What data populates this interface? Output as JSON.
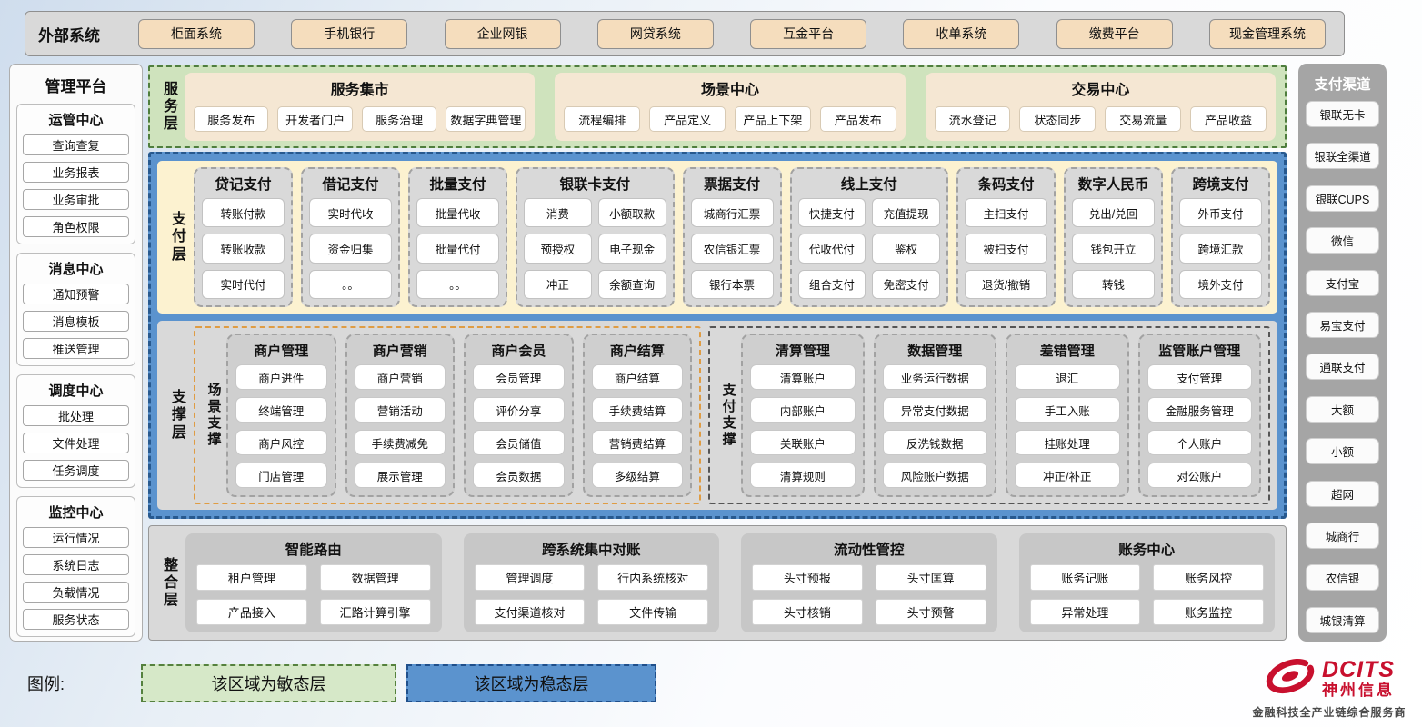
{
  "external": {
    "label": "外部系统",
    "items": [
      "柜面系统",
      "手机银行",
      "企业网银",
      "网贷系统",
      "互金平台",
      "收单系统",
      "缴费平台",
      "现金管理系统"
    ]
  },
  "management": {
    "title": "管理平台",
    "sections": [
      {
        "title": "运管中心",
        "items": [
          "查询查复",
          "业务报表",
          "业务审批",
          "角色权限"
        ]
      },
      {
        "title": "消息中心",
        "items": [
          "通知预警",
          "消息模板",
          "推送管理"
        ]
      },
      {
        "title": "调度中心",
        "items": [
          "批处理",
          "文件处理",
          "任务调度"
        ]
      },
      {
        "title": "监控中心",
        "items": [
          "运行情况",
          "系统日志",
          "负载情况",
          "服务状态"
        ]
      }
    ]
  },
  "service": {
    "label": "服务层",
    "groups": [
      {
        "title": "服务集市",
        "items": [
          "服务发布",
          "开发者门户",
          "服务治理",
          "数据字典管理"
        ]
      },
      {
        "title": "场景中心",
        "items": [
          "流程编排",
          "产品定义",
          "产品上下架",
          "产品发布"
        ]
      },
      {
        "title": "交易中心",
        "items": [
          "流水登记",
          "状态同步",
          "交易流量",
          "产品收益"
        ]
      }
    ]
  },
  "payment": {
    "label": "支付层",
    "groups": [
      {
        "title": "贷记支付",
        "items": [
          "转账付款",
          "转账收款",
          "实时代付"
        ]
      },
      {
        "title": "借记支付",
        "items": [
          "实时代收",
          "资金归集",
          "。。"
        ]
      },
      {
        "title": "批量支付",
        "items": [
          "批量代收",
          "批量代付",
          "。。"
        ]
      },
      {
        "title": "银联卡支付",
        "items": [
          "消费",
          "小额取款",
          "预授权",
          "电子现金",
          "冲正",
          "余额查询"
        ]
      },
      {
        "title": "票据支付",
        "items": [
          "城商行汇票",
          "农信银汇票",
          "银行本票"
        ]
      },
      {
        "title": "线上支付",
        "items": [
          "快捷支付",
          "充值提现",
          "代收代付",
          "鉴权",
          "组合支付",
          "免密支付"
        ]
      },
      {
        "title": "条码支付",
        "items": [
          "主扫支付",
          "被扫支付",
          "退货/撤销"
        ]
      },
      {
        "title": "数字人民币",
        "items": [
          "兑出/兑回",
          "钱包开立",
          "转钱"
        ]
      },
      {
        "title": "跨境支付",
        "items": [
          "外币支付",
          "跨境汇款",
          "境外支付"
        ]
      }
    ]
  },
  "support": {
    "label": "支撑层",
    "scene": {
      "label": "场景支撑",
      "groups": [
        {
          "title": "商户管理",
          "items": [
            "商户进件",
            "终端管理",
            "商户风控",
            "门店管理"
          ]
        },
        {
          "title": "商户营销",
          "items": [
            "商户营销",
            "营销活动",
            "手续费减免",
            "展示管理"
          ]
        },
        {
          "title": "商户会员",
          "items": [
            "会员管理",
            "评价分享",
            "会员储值",
            "会员数据"
          ]
        },
        {
          "title": "商户结算",
          "items": [
            "商户结算",
            "手续费结算",
            "营销费结算",
            "多级结算"
          ]
        }
      ]
    },
    "pay": {
      "label": "支付支撑",
      "groups": [
        {
          "title": "清算管理",
          "items": [
            "清算账户",
            "内部账户",
            "关联账户",
            "清算规则"
          ]
        },
        {
          "title": "数据管理",
          "items": [
            "业务运行数据",
            "异常支付数据",
            "反洗钱数据",
            "风险账户数据"
          ]
        },
        {
          "title": "差错管理",
          "items": [
            "退汇",
            "手工入账",
            "挂账处理",
            "冲正/补正"
          ]
        },
        {
          "title": "监管账户管理",
          "items": [
            "支付管理",
            "金融服务管理",
            "个人账户",
            "对公账户"
          ]
        }
      ]
    }
  },
  "integration": {
    "label": "整合层",
    "groups": [
      {
        "title": "智能路由",
        "items": [
          "租户管理",
          "数据管理",
          "产品接入",
          "汇路计算引擎"
        ]
      },
      {
        "title": "跨系统集中对账",
        "items": [
          "管理调度",
          "行内系统核对",
          "支付渠道核对",
          "文件传输"
        ]
      },
      {
        "title": "流动性管控",
        "items": [
          "头寸预报",
          "头寸匡算",
          "头寸核销",
          "头寸预警"
        ]
      },
      {
        "title": "账务中心",
        "items": [
          "账务记账",
          "账务风控",
          "异常处理",
          "账务监控"
        ]
      }
    ]
  },
  "channels": {
    "title": "支付渠道",
    "items": [
      "银联无卡",
      "银联全渠道",
      "银联CUPS",
      "微信",
      "支付宝",
      "易宝支付",
      "通联支付",
      "大额",
      "小额",
      "超网",
      "城商行",
      "农信银",
      "城银清算"
    ]
  },
  "legend": {
    "label": "图例:",
    "agile": "该区域为敏态层",
    "stable": "该区域为稳态层"
  },
  "logo": {
    "name": "DCITS",
    "cn": "神州信息",
    "tagline": "金融科技全产业链综合服务商"
  },
  "colors": {
    "stable_blue": "#5b93ce",
    "agile_green": "#cfe3bd",
    "external_button_tan": "#f5ddbd",
    "payment_cream": "#fcf2d0",
    "panel_gray": "#d9d9d9",
    "brand_red": "#c8102e"
  }
}
